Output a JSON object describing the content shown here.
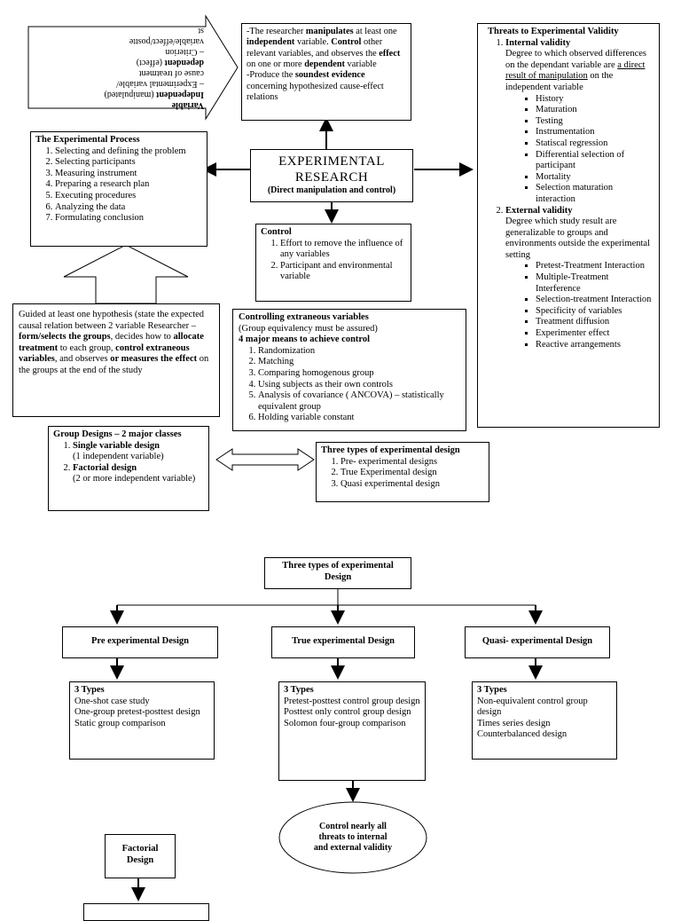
{
  "var_box": {
    "title": "Variable",
    "independent": "Independent",
    "independent_rest": " (manipulated)",
    "line2": "– Experimental variable/",
    "line3": "cause of treatment",
    "dependent": "dependent",
    "dependent_rest": " (effect)",
    "line5": "– Criterion",
    "line6": "variable/effect/postte",
    "line7": "st"
  },
  "top_box": {
    "p1_a": "-The researcher ",
    "p1_b": "manipulates",
    "p1_c": " at least one ",
    "p1_d": "independent",
    "p1_e": " variable. ",
    "p1_f": "Control",
    "p1_g": " other relevant variables, and observes the ",
    "p1_h": "effect",
    "p1_i": " on one or more ",
    "p1_j": "dependent",
    "p1_k": " variable",
    "p2_a": "-Produce the ",
    "p2_b": "soundest evidence",
    "p2_c": " concerning hypothesized cause-effect relations"
  },
  "process": {
    "title": "The Experimental Process",
    "items": [
      "Selecting and defining the problem",
      "Selecting participants",
      "Measuring instrument",
      "Preparing a research plan",
      "Executing procedures",
      "Analyzing the data",
      "Formulating conclusion"
    ]
  },
  "main": {
    "title1": "EXPERIMENTAL",
    "title2": "RESEARCH",
    "subtitle": "(Direct manipulation and control)"
  },
  "control": {
    "title": "Control",
    "items": [
      "Effort to remove the influence of any variables",
      "Participant and environmental variable"
    ]
  },
  "guided": {
    "a": "Guided at least one hypothesis (state the expected causal relation between 2 variable Researcher – ",
    "b": "form/selects the groups",
    "c": ", decides how to ",
    "d": "allocate treatment",
    "e": " to each group, ",
    "f": "control extraneous variables",
    "g": ", and observes ",
    "h": "or measures the effect",
    "i": " on the groups at the end of the study"
  },
  "extraneous": {
    "title": "Controlling extraneous variables",
    "sub": "(Group equivalency must be assured)",
    "heading": "4 major means to achieve control",
    "items": [
      "Randomization",
      "Matching",
      "Comparing homogenous group",
      "Using subjects as their own controls",
      "Analysis of covariance ( ANCOVA) – statistically equivalent group",
      "Holding variable constant"
    ]
  },
  "threats": {
    "title": "Threats to Experimental Validity",
    "internal_title": "Internal validity",
    "internal_a": "Degree to which observed differences on the dependant variable are ",
    "internal_b": "a direct result of manipulation",
    "internal_c": " on the independent variable",
    "internal_items": [
      "History",
      "Maturation",
      "Testing",
      "Instrumentation",
      "Statiscal regression",
      "Differential selection of participant",
      "Mortality",
      "Selection maturation interaction"
    ],
    "external_title": "External validity",
    "external_desc": "Degree which study result are generalizable to groups and environments outside the experimental setting",
    "external_items": [
      "Pretest-Treatment Interaction",
      "Multiple-Treatment Interference",
      "Selection-treatment Interaction",
      "Specificity of variables",
      "Treatment diffusion",
      "Experimenter effect",
      "Reactive arrangements"
    ]
  },
  "group_designs": {
    "title": "Group Designs – 2 major classes",
    "item1_title": "Single variable design",
    "item1_desc": "(1 independent variable)",
    "item2_title": "Factorial design",
    "item2_desc": "(2 or more independent variable)"
  },
  "three_types_top": {
    "title": "Three types of experimental design",
    "items": [
      "Pre- experimental designs",
      " True Experimental design",
      "Quasi experimental design"
    ]
  },
  "tree": {
    "root_line1": "Three types of experimental",
    "root_line2": "Design",
    "pre_title": "Pre experimental Design",
    "true_title": "True experimental Design",
    "quasi_title": "Quasi- experimental Design",
    "pre_count": "3 Types",
    "pre_items": [
      "One-shot case study",
      "One-group pretest-posttest design",
      "Static group comparison"
    ],
    "true_count": "3 Types",
    "true_items": [
      "Pretest-posttest control group design",
      "Posttest only control group design",
      "Solomon four-group comparison"
    ],
    "quasi_count": "3 Types",
    "quasi_items": [
      "Non-equivalent control group design",
      "Times series design",
      "Counterbalanced design"
    ],
    "oval_line1": "Control nearly all",
    "oval_line2": "threats to internal",
    "oval_line3": "and external validity",
    "factorial_line1": "Factorial",
    "factorial_line2": "Design"
  }
}
